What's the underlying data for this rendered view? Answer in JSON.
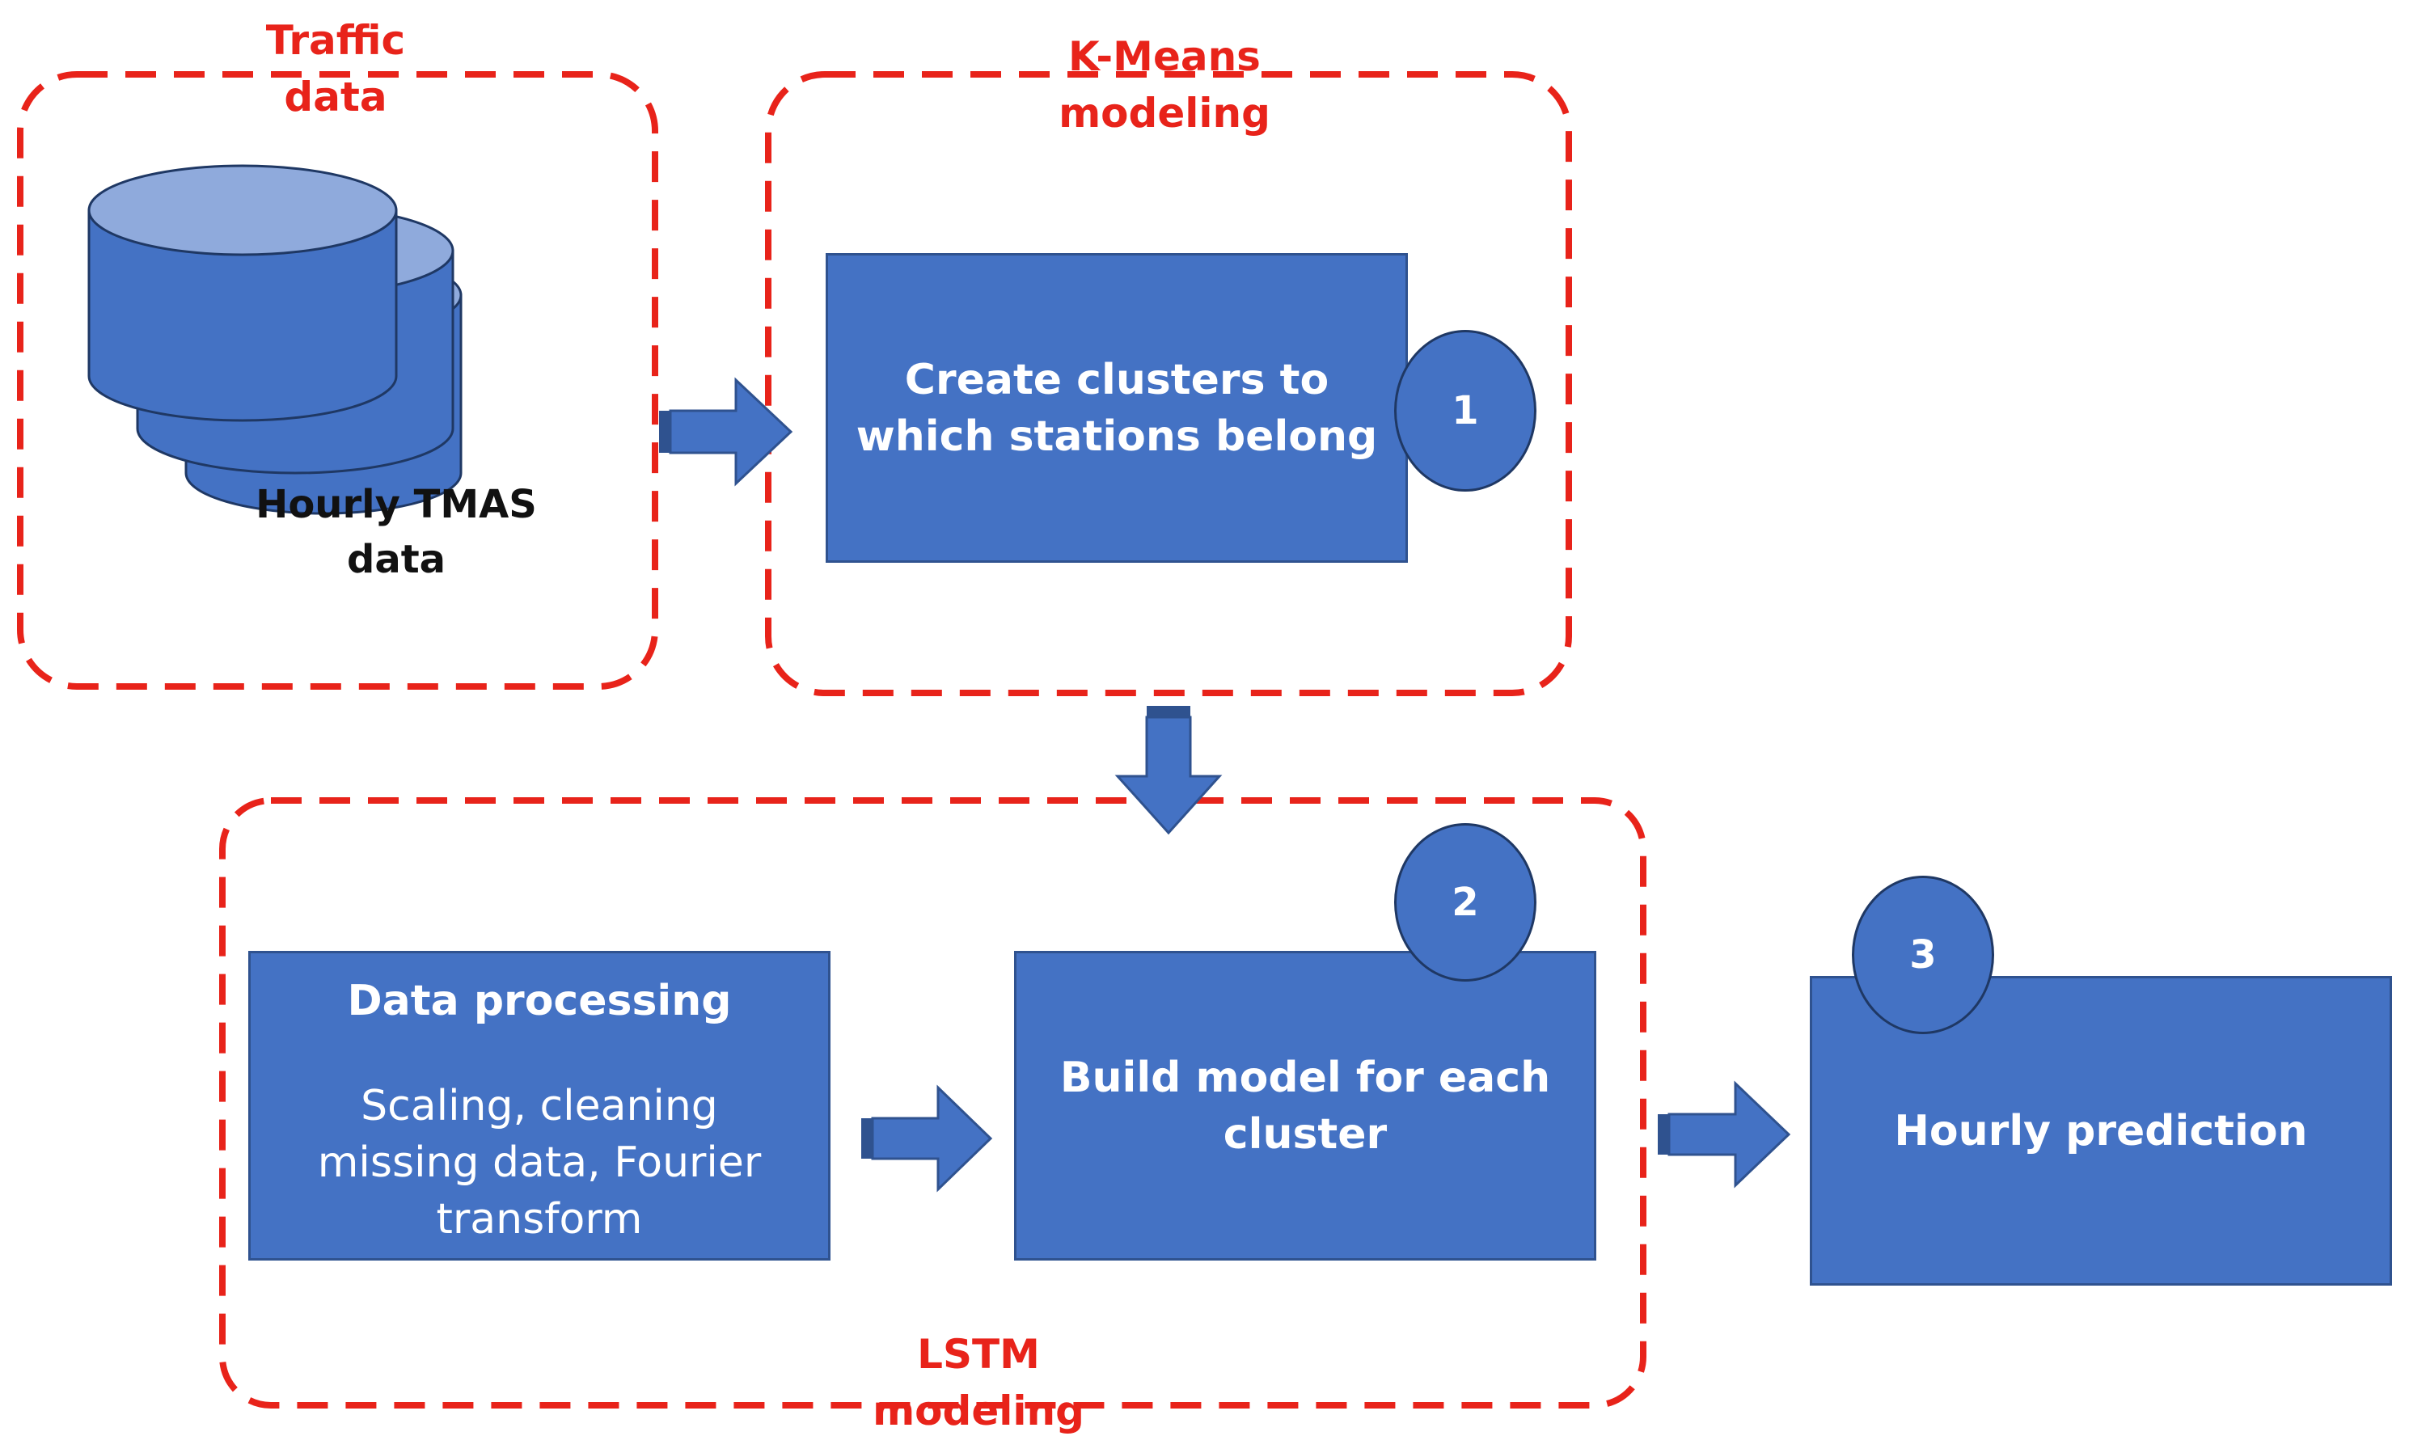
{
  "groups": {
    "traffic": {
      "label": "Traffic\ndata"
    },
    "kmeans": {
      "label": "K-Means\nmodeling"
    },
    "lstm": {
      "label": "LSTM\nmodeling"
    }
  },
  "database": {
    "label": "Hourly TMAS\ndata"
  },
  "boxes": {
    "clusters": {
      "title": "Create clusters to\nwhich stations belong"
    },
    "processing": {
      "title": "Data processing",
      "body": "Scaling, cleaning\nmissing data, Fourier\ntransform"
    },
    "build": {
      "title": "Build model for each\ncluster"
    },
    "prediction": {
      "title": "Hourly prediction"
    }
  },
  "badges": {
    "one": "1",
    "two": "2",
    "three": "3"
  },
  "colors": {
    "dash_red": "#e8231a",
    "box_fill": "#4472c4",
    "box_border": "#2f528f",
    "badge_border": "#1f3864",
    "cylinder_top": "#8faadc",
    "cylinder_side": "#4472c4",
    "cylinder_stroke": "#1f3864"
  }
}
